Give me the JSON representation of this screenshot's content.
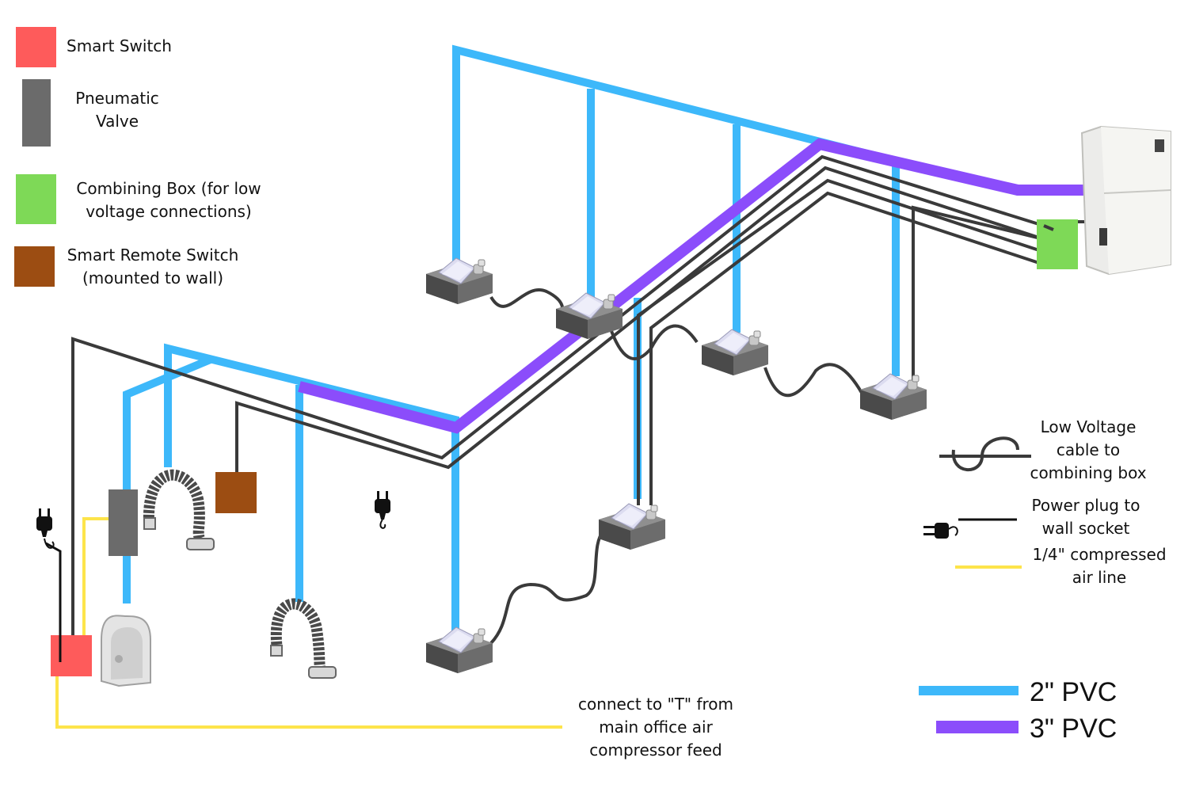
{
  "colors": {
    "pvc2": "#3db8fa",
    "pvc3": "#8b4dfb",
    "smart_switch": "#fe5b5b",
    "pneumatic_valve": "#6b6b6b",
    "combining_box": "#7ed957",
    "remote_switch": "#9c4d12",
    "cable": "#3a3a3a",
    "air_line": "#fde44a"
  },
  "legend": {
    "smart_switch": "Smart Switch",
    "pneumatic_valve_1": "Pneumatic",
    "pneumatic_valve_2": "Valve",
    "combining_box_1": "Combining Box (for low",
    "combining_box_2": "voltage connections)",
    "remote_switch_1": "Smart Remote Switch",
    "remote_switch_2": "(mounted to wall)",
    "low_voltage_1": "Low Voltage",
    "low_voltage_2": "cable to",
    "low_voltage_3": "combining box",
    "power_plug_1": "Power plug to",
    "power_plug_2": "wall socket",
    "air_line_1": "1/4\" compressed",
    "air_line_2": "air line",
    "pvc2": "2\" PVC",
    "pvc3": "3\" PVC"
  },
  "notes": {
    "connect_1": "connect to \"T\"  from",
    "connect_2": "main office air",
    "connect_3": "compressor feed"
  },
  "icons": [
    "power-plug-icon",
    "fume-extractor-icon",
    "fume-arm-icon",
    "workstation-hood-icon",
    "collector-unit-icon"
  ]
}
